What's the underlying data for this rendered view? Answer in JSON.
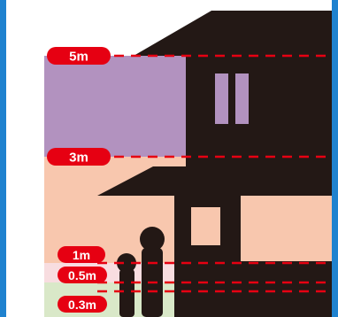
{
  "levels": [
    {
      "label": "5m"
    },
    {
      "label": "3m"
    },
    {
      "label": "1m"
    },
    {
      "label": "0.5m"
    },
    {
      "label": "0.3m"
    }
  ],
  "colors": {
    "frame": "#1f82cf",
    "band_above_3m": "#b292bf",
    "band_1m_to_3m": "#f8c7ae",
    "band_05m_to_1m": "#f8dde0",
    "band_below_03m": "#d9e8c8",
    "house": "#231815",
    "window_upper": "#b292bf",
    "window_lower": "#f8c7ae",
    "marker": "#e60012"
  }
}
